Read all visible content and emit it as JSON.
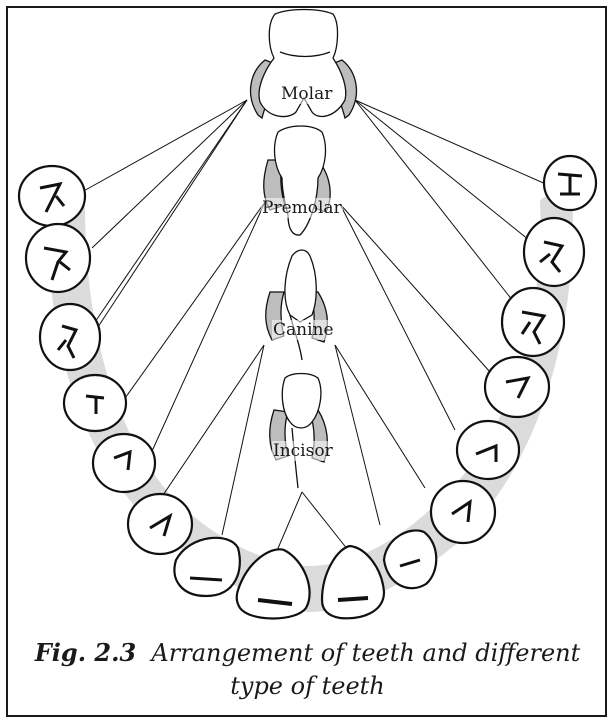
{
  "labels": {
    "molar": "Molar",
    "premolar": "Premolar",
    "canine": "Canine",
    "incisor": "Incisor"
  },
  "caption": {
    "figure_number": "Fig. 2.3",
    "text_line1": "Arrangement of teeth and different",
    "text_line2": "type of teeth"
  },
  "colors": {
    "gum_shadow": "#c9c9c9",
    "tooth_fill": "#ffffff",
    "tooth_stroke": "#111111",
    "root_fill": "#bdbdbd"
  }
}
